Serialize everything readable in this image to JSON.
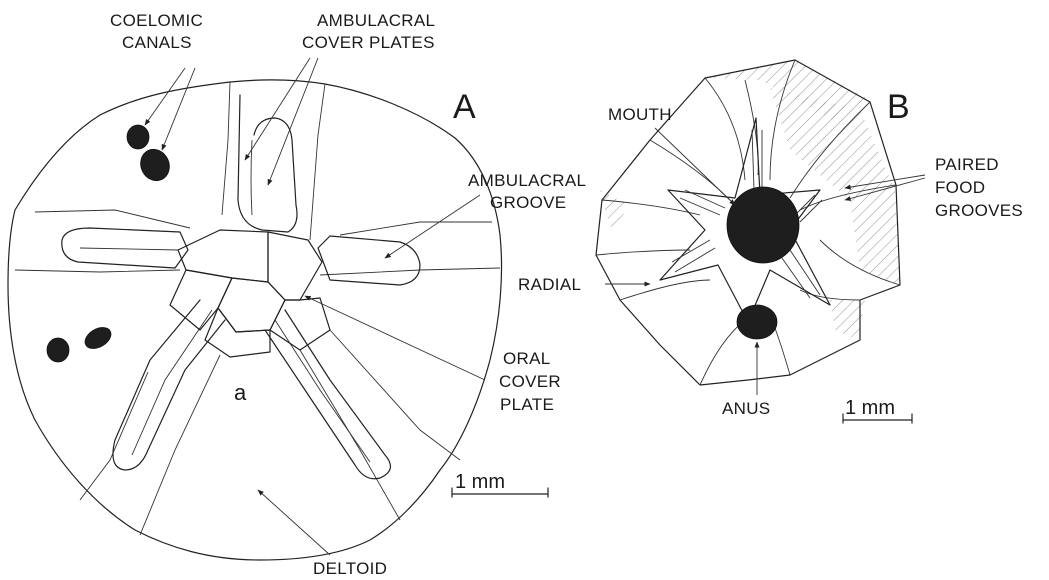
{
  "figure_a": {
    "panel_letter": "A",
    "small_label": "a",
    "scale": "1 mm",
    "labels": {
      "coelomic_canals": [
        "COELOMIC",
        "CANALS"
      ],
      "ambulacral_cover_plates": [
        "AMBULACRAL",
        "COVER PLATES"
      ],
      "ambulacral_groove": [
        "AMBULACRAL",
        "GROOVE"
      ],
      "oral_cover_plate": [
        "ORAL",
        "COVER",
        "PLATE"
      ],
      "deltoid": "DELTOID"
    }
  },
  "figure_b": {
    "panel_letter": "B",
    "scale": "1 mm",
    "labels": {
      "mouth": "MOUTH",
      "paired_food_grooves": [
        "PAIRED",
        "FOOD",
        "GROOVES"
      ],
      "radial": "RADIAL",
      "anus": "ANUS"
    }
  }
}
